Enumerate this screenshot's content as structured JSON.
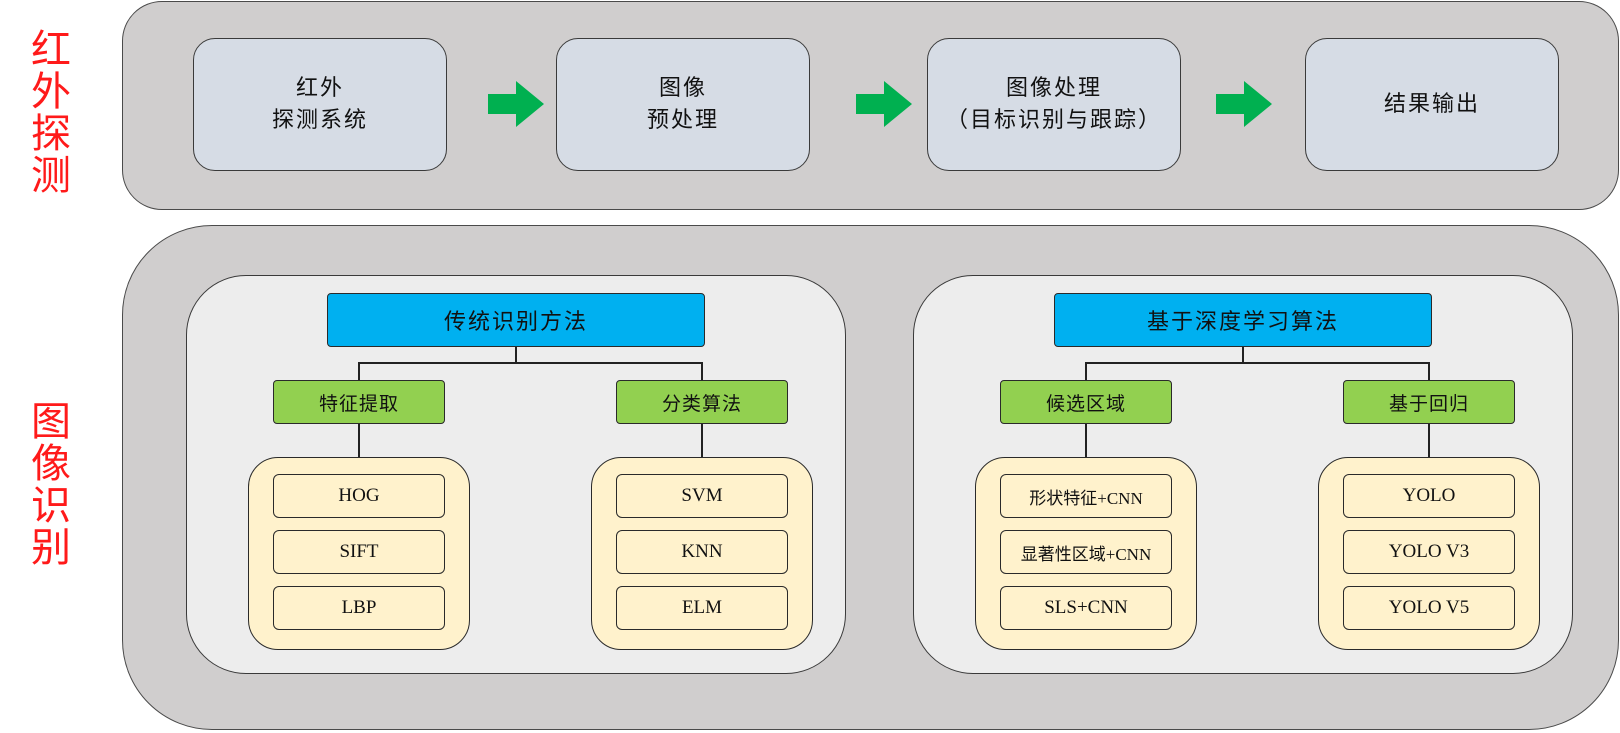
{
  "side_labels": {
    "top": "红外探测",
    "bottom": "图像识别"
  },
  "pipeline": {
    "steps": [
      {
        "line1": "红外",
        "line2": "探测系统"
      },
      {
        "line1": "图像",
        "line2": "预处理"
      },
      {
        "line1": "图像处理",
        "line2": "（目标识别与跟踪）"
      },
      {
        "line1": "结果输出",
        "line2": ""
      }
    ],
    "arrow_color": "#00b050"
  },
  "groups": {
    "left": {
      "title": "传统识别方法",
      "branches": [
        {
          "label": "特征提取",
          "items": [
            "HOG",
            "SIFT",
            "LBP"
          ]
        },
        {
          "label": "分类算法",
          "items": [
            "SVM",
            "KNN",
            "ELM"
          ]
        }
      ]
    },
    "right": {
      "title": "基于深度学习算法",
      "branches": [
        {
          "label": "候选区域",
          "items": [
            "形状特征+CNN",
            "显著性区域+CNN",
            "SLS+CNN"
          ]
        },
        {
          "label": "基于回归",
          "items": [
            "YOLO",
            "YOLO V3",
            "YOLO V5"
          ]
        }
      ]
    }
  },
  "colors": {
    "title_blue": "#00b0f0",
    "branch_green": "#92d050",
    "item_cream": "#fff2cc",
    "side_label_red": "#ff1a1a"
  }
}
